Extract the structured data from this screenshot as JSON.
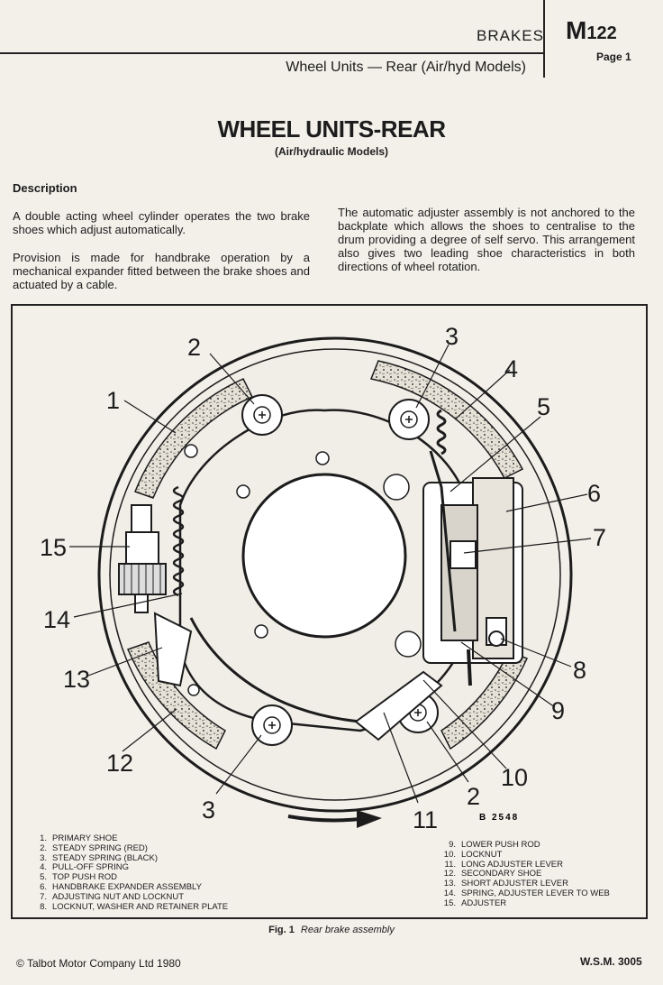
{
  "header": {
    "section": "BRAKES",
    "subtitle": "Wheel Units — Rear (Air/hyd Models)",
    "code_letter": "M",
    "code_number": "122",
    "page": "Page 1"
  },
  "title": "WHEEL UNITS-REAR",
  "subtitle": "(Air/hydraulic Models)",
  "description": {
    "heading": "Description",
    "paragraphs": [
      "A double acting wheel cylinder operates the two brake shoes which adjust automatically.",
      "Provision is made for handbrake operation by a mechanical expander fitted between the brake shoes and actuated by a cable.",
      "The automatic adjuster assembly is not anchored to the backplate which allows the shoes to centralise to the drum providing a degree of self servo. This arrangement also gives two leading shoe characteristics in both directions of wheel rotation."
    ]
  },
  "figure": {
    "drawing_code": "B 2548",
    "callouts": [
      "1",
      "2",
      "3",
      "4",
      "5",
      "6",
      "7",
      "8",
      "9",
      "10",
      "11",
      "12",
      "13",
      "14",
      "15",
      "2",
      "3"
    ],
    "caption_label": "Fig. 1",
    "caption_text": "Rear brake assembly"
  },
  "legend_left": [
    {
      "n": "1.",
      "text": "PRIMARY SHOE"
    },
    {
      "n": "2.",
      "text": "STEADY SPRING (RED)"
    },
    {
      "n": "3.",
      "text": "STEADY SPRING (BLACK)"
    },
    {
      "n": "4.",
      "text": "PULL-OFF SPRING"
    },
    {
      "n": "5.",
      "text": "TOP PUSH ROD"
    },
    {
      "n": "6.",
      "text": "HANDBRAKE EXPANDER ASSEMBLY"
    },
    {
      "n": "7.",
      "text": "ADJUSTING NUT AND LOCKNUT"
    },
    {
      "n": "8.",
      "text": "LOCKNUT, WASHER AND RETAINER PLATE"
    }
  ],
  "legend_right": [
    {
      "n": "9.",
      "text": "LOWER PUSH ROD"
    },
    {
      "n": "10.",
      "text": "LOCKNUT"
    },
    {
      "n": "11.",
      "text": "LONG ADJUSTER LEVER"
    },
    {
      "n": "12.",
      "text": "SECONDARY SHOE"
    },
    {
      "n": "13.",
      "text": "SHORT ADJUSTER LEVER"
    },
    {
      "n": "14.",
      "text": "SPRING, ADJUSTER LEVER TO WEB"
    },
    {
      "n": "15.",
      "text": "ADJUSTER"
    }
  ],
  "footer": {
    "copyright": "©  Talbot Motor Company Ltd 1980",
    "manual_code": "W.S.M. 3005"
  }
}
